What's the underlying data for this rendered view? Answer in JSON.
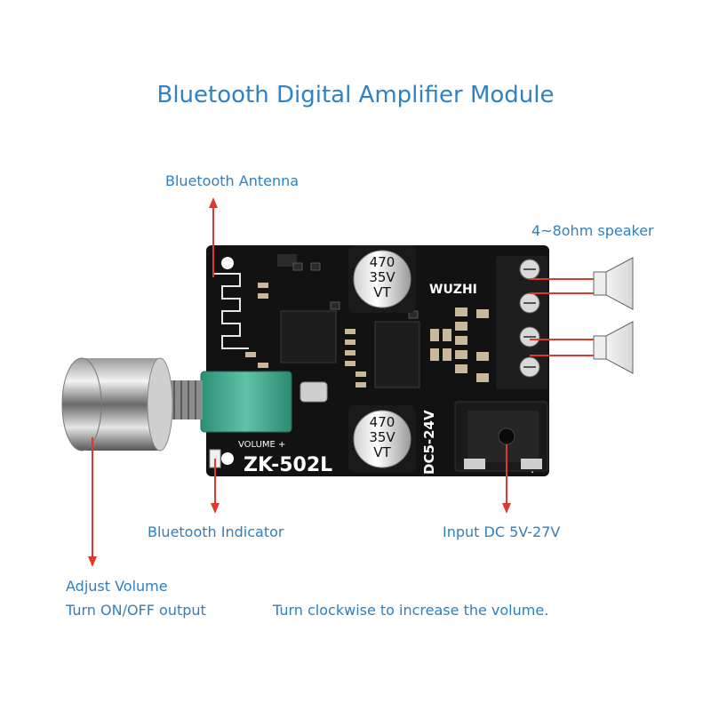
{
  "title": "Bluetooth Digital Amplifier Module",
  "labels": {
    "antenna": "Bluetooth Antenna",
    "speaker": "4~8ohm speaker",
    "indicator": "Bluetooth Indicator",
    "input": "Input DC 5V-27V",
    "adjust_line1": "Adjust Volume",
    "adjust_line2": "Turn ON/OFF output",
    "clockwise": "Turn clockwise to increase the volume."
  },
  "board": {
    "model": "ZK-502L",
    "brand": "WUZHI",
    "voltage": "DC5-24V",
    "volume_mark": "VOLUME +",
    "dc_plus": "+",
    "capacitor_top": [
      "470",
      "35V",
      "VT"
    ],
    "capacitor_bottom": [
      "470",
      "35V",
      "VT"
    ]
  },
  "colors": {
    "label_blue": "#2f7fc1",
    "arrow_red": "#e0392b",
    "pcb_black": "#121212",
    "pot_green": "#3aa48a"
  }
}
